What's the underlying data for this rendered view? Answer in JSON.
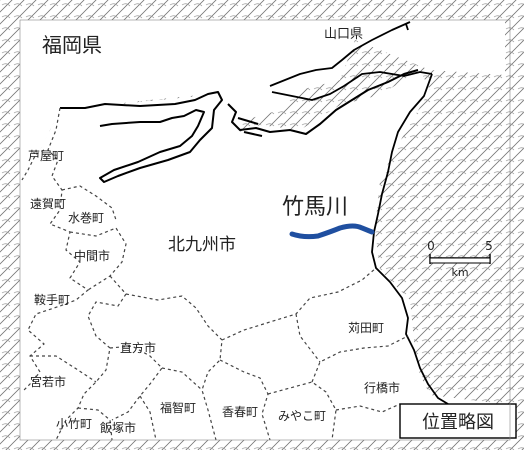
{
  "map": {
    "prefecture_label": "福岡県",
    "neighbor_label": "山口県",
    "city_label": "北九州市",
    "river_label": "竹馬川",
    "legend_label": "位置略図",
    "scale": {
      "start": "0",
      "end": "5",
      "unit": "km"
    },
    "municipalities": [
      "芦屋町",
      "遠賀町",
      "水巻町",
      "中間市",
      "鞍手町",
      "直方市",
      "宮若市",
      "小竹町",
      "飯塚市",
      "福智町",
      "香春町",
      "みやこ町",
      "苅田町",
      "行橋市"
    ]
  },
  "colors": {
    "city_label": "#e0201a",
    "river": "#1f4fa0",
    "river_label": "#1f4fa0"
  }
}
